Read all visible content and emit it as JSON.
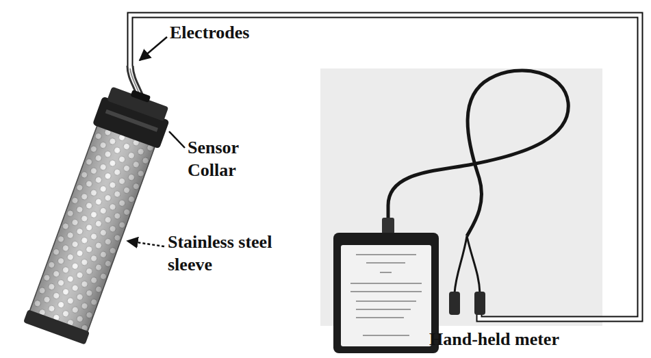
{
  "diagram": {
    "labels": [
      "Electrodes",
      "Sensor Collar",
      "Stainless steel sleeve",
      "Hand-held meter"
    ]
  }
}
